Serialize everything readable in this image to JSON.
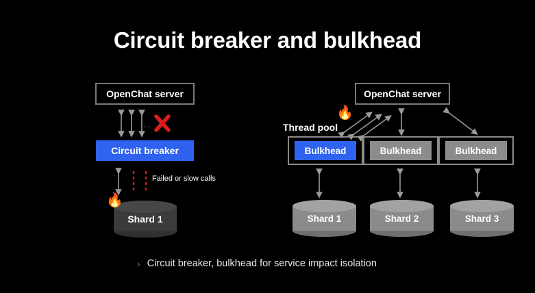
{
  "slide": {
    "background_color": "#000000",
    "title": "Circuit breaker and bulkhead"
  },
  "colors": {
    "background": "#000000",
    "accent_blue": "#2f63ef",
    "box_border_gray": "#7a7a7a",
    "bulkhead_gray": "#8c8c8c",
    "shard_dark": "#3b3b3d",
    "shard_light": "#8b8b8b",
    "arrow_gray": "#9a9a9a",
    "failure_red": "#e01b1b",
    "bullet_chevron_blue": "#4a7ad6",
    "text_white": "#ffffff"
  },
  "left_diagram": {
    "name": "circuit-breaker-diagram",
    "server": {
      "label": "OpenChat server"
    },
    "circuit_breaker": {
      "label": "Circuit breaker"
    },
    "ellipsis": "...",
    "failure_marker": "x-cross",
    "failed_calls_label": "Failed or slow calls",
    "fire_icon": "🔥",
    "shard": {
      "label": "Shard 1"
    },
    "call_arrow_count": 3,
    "red_dashed_arrow_count": 2
  },
  "right_diagram": {
    "name": "bulkhead-diagram",
    "server": {
      "label": "OpenChat server"
    },
    "thread_pool_label": "Thread pool",
    "fire_icon": "🔥",
    "bulkheads": [
      {
        "label": "Bulkhead",
        "state": "saturated",
        "color": "#2f63ef"
      },
      {
        "label": "Bulkhead",
        "state": "healthy",
        "color": "#8c8c8c"
      },
      {
        "label": "Bulkhead",
        "state": "healthy",
        "color": "#8c8c8c"
      }
    ],
    "shards": [
      {
        "label": "Shard 1"
      },
      {
        "label": "Shard 2"
      },
      {
        "label": "Shard 3"
      }
    ],
    "diagonal_arrow_count": 3
  },
  "footer": {
    "bullet_marker": "›",
    "bullet_text": "Circuit breaker, bulkhead for service impact isolation"
  }
}
